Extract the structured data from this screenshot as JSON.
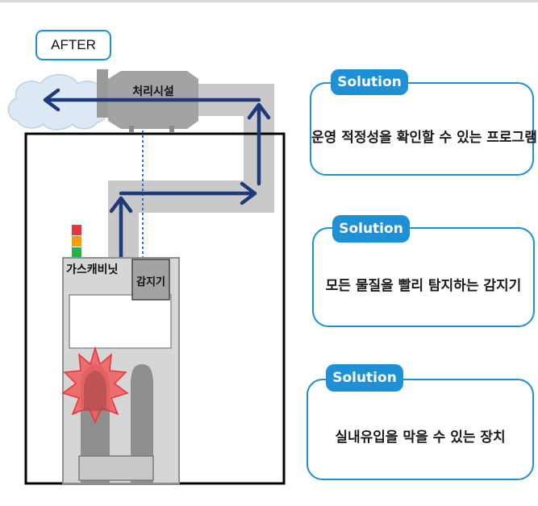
{
  "stage_label": "AFTER",
  "diagram": {
    "treatment_facility": "처리시설",
    "gas_cabinet": "가스캐비닛",
    "detector": "감지기"
  },
  "solutions": [
    {
      "tag": "Solution",
      "description": "운영 적정성을 확인할 수 있는 프로그램"
    },
    {
      "tag": "Solution",
      "description": "모든 물질을 빨리 탐지하는 감지기"
    },
    {
      "tag": "Solution",
      "description": "실내유입을 막을 수 있는 장치"
    }
  ],
  "colors": {
    "accent_blue": "#1e90d6",
    "arrow_navy": "#1f3a7a",
    "duct_gray": "#c9c9c9",
    "leak_red": "#e8343a"
  }
}
